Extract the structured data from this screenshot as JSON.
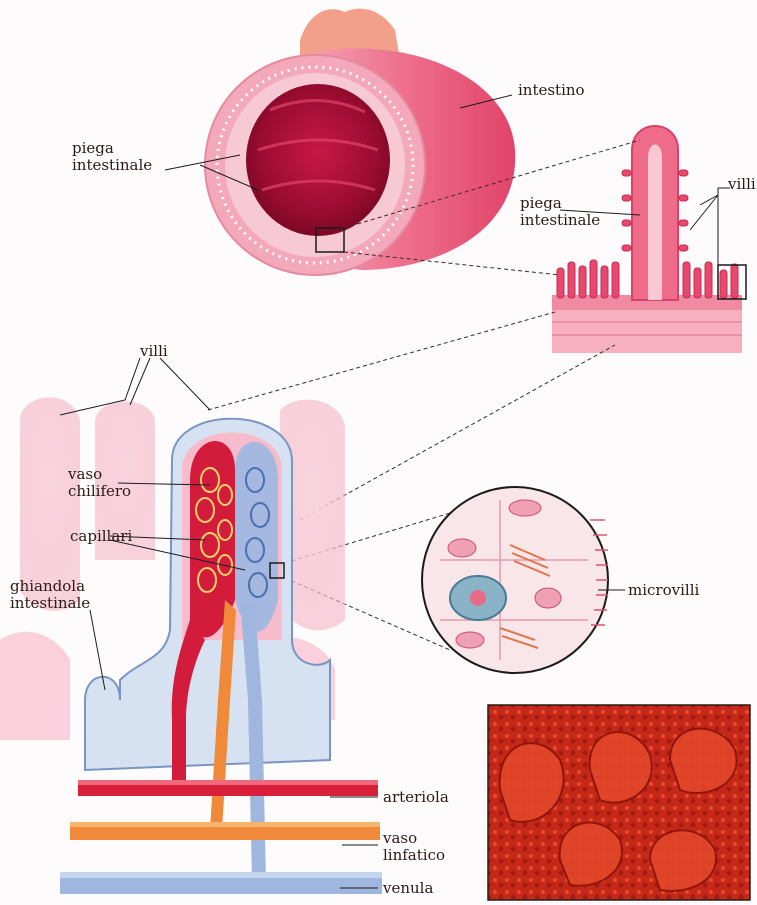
{
  "labels": {
    "intestino": "intestino",
    "piega_top": "piega\nintestinale",
    "piega_right": "piega\nintestinale",
    "villi_right": "villi",
    "villi_left": "villi",
    "vaso_chilifero": "vaso\nchilifero",
    "capillari": "capillari",
    "ghiandola": "ghiandola\nintestinale",
    "microvilli": "microvilli",
    "arteriola": "arteriola",
    "vaso_linfatico": "vaso\nlinfatico",
    "venula": "venula"
  },
  "colors": {
    "tissue": "#e8436a",
    "tissue_light": "#f6b9c8",
    "lumen": "#b5103a",
    "artery": "#d8203a",
    "lymph": "#f08a3a",
    "vein": "#9fb7de",
    "micrograph": "#d0301e"
  }
}
